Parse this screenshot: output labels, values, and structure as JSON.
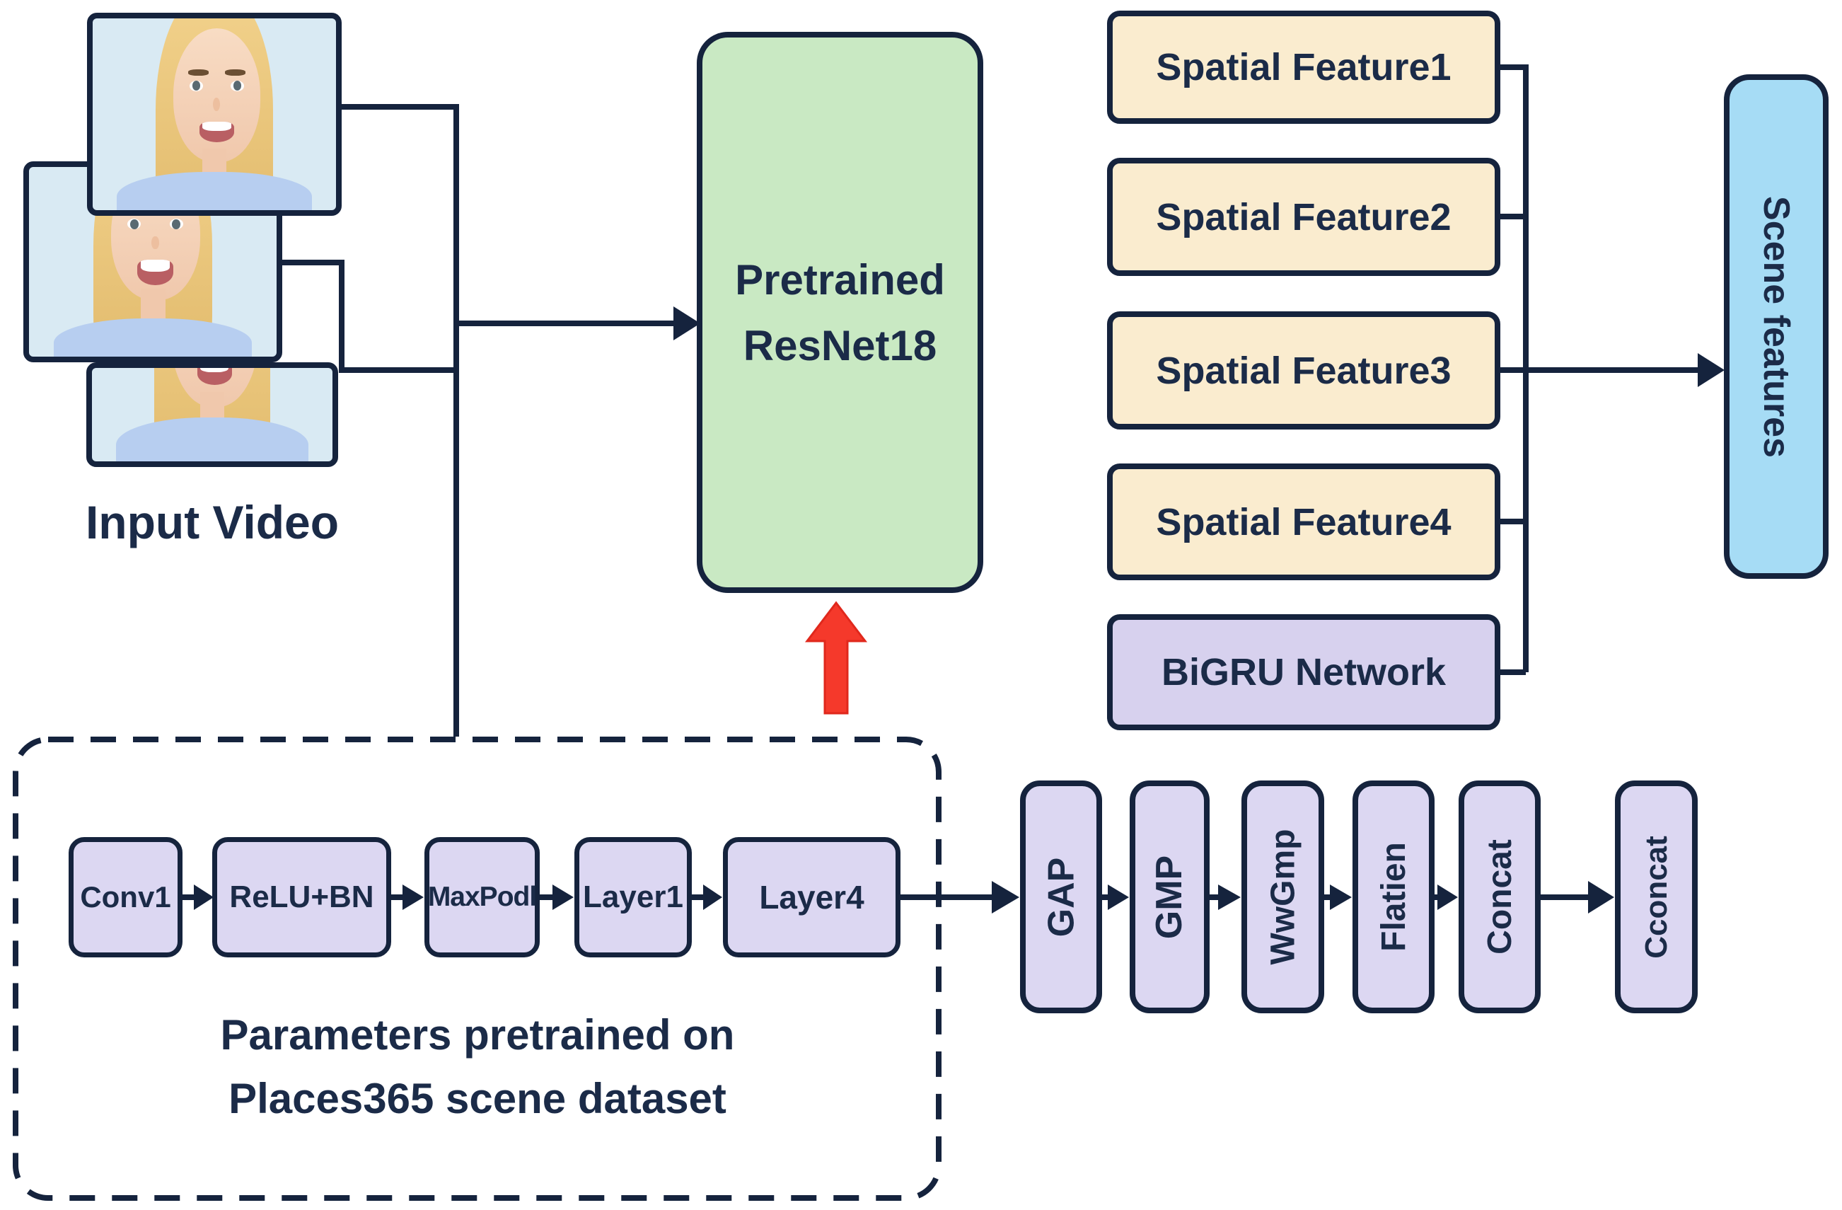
{
  "diagram": {
    "input_video": {
      "label": "Input Video"
    },
    "pretrained_resnet": {
      "line1": "Pretrained",
      "line2": "ResNet18"
    },
    "spatial_features": [
      "Spatial Feature1",
      "Spatial Feature2",
      "Spatial Feature3",
      "Spatial Feature4"
    ],
    "bigru": {
      "label": "BiGRU Network"
    },
    "scene_features": {
      "label": "Scene features"
    },
    "backbone": {
      "blocks": [
        "Conv1",
        "ReLU+BN",
        "MaxPodl",
        "Layer1",
        "Layer4"
      ],
      "caption_line1": "Parameters pretrained on",
      "caption_line2": "Places365 scene dataset"
    },
    "pooling": [
      "GAP",
      "GMP",
      "WwGmp",
      "Flatien",
      "Concat",
      "Cconcat"
    ],
    "colors": {
      "ink_navy": "#15233d",
      "text_navy": "#1b2b48",
      "feature_cream": "#faeccf",
      "module_purple": "#d7d1ee",
      "pill_purple": "#dcd7f2",
      "backbone_green": "#c9e9c3",
      "scene_blue": "#a6dcf5",
      "highlight_red": "#f5392b",
      "photo_blue": "#d9eaf3"
    }
  }
}
